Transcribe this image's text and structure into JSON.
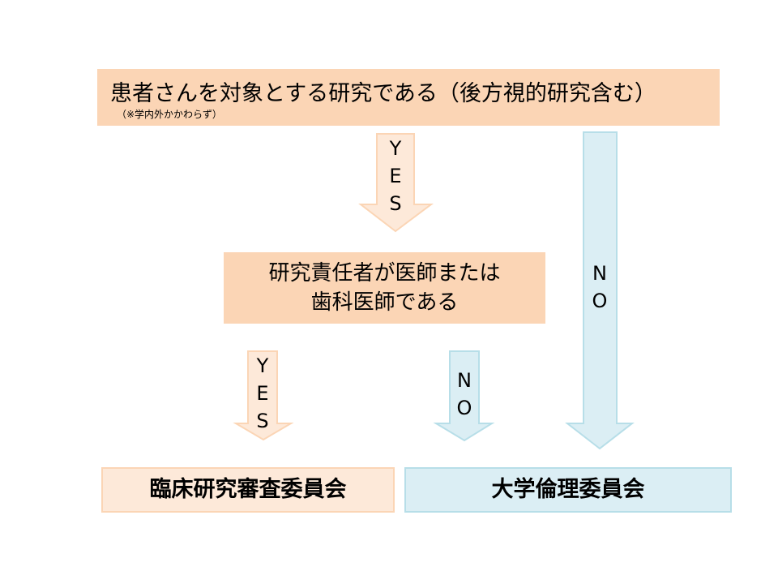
{
  "question1": {
    "text": "患者さんを対象とする研究である（後方視的研究含む）",
    "note": "（※学内外かかわらず）"
  },
  "question2": {
    "line1": "研究責任者が医師または",
    "line2": "歯科医師である"
  },
  "arrows": {
    "yes_label": [
      "Y",
      "E",
      "S"
    ],
    "no_label": [
      "N",
      "O"
    ]
  },
  "outcomes": {
    "clinical": "臨床研究審査委員会",
    "ethics": "大学倫理委員会"
  },
  "colors": {
    "orange_fill": "#fbd5b5",
    "orange_light": "#fde9d9",
    "blue_fill": "#dbeef4",
    "blue_border": "#b7dee8"
  }
}
